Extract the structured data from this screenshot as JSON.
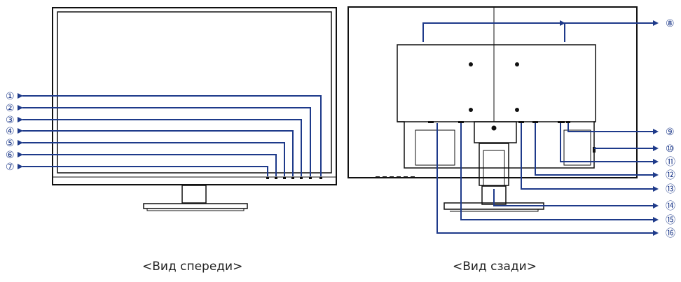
{
  "captions": {
    "front": "<Вид спереди>",
    "rear": "<Вид сзади>"
  },
  "front_callouts": [
    "①",
    "②",
    "③",
    "④",
    "⑤",
    "⑥",
    "⑦"
  ],
  "rear_callouts": [
    "⑧",
    "⑨",
    "⑩",
    "⑪",
    "⑫",
    "⑬",
    "⑭",
    "⑮",
    "⑯"
  ],
  "colors": {
    "callout_line": "#1e3a8a",
    "monitor_outline": "#111111"
  }
}
